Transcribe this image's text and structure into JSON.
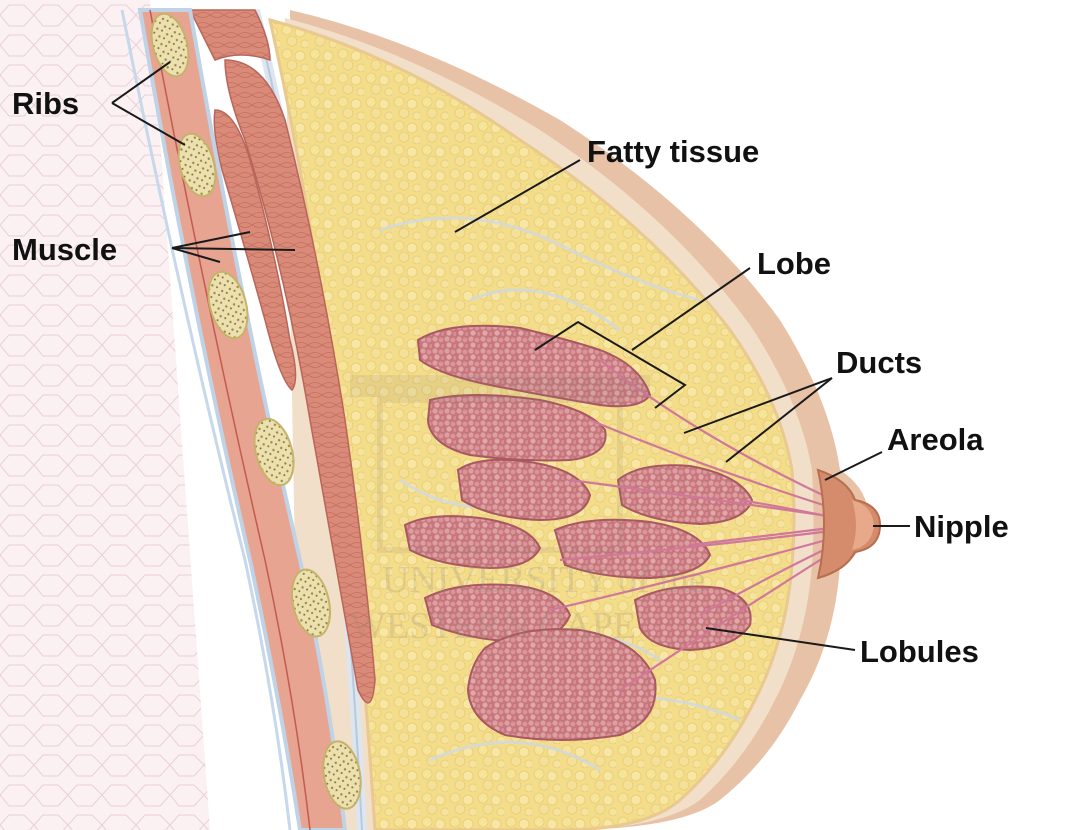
{
  "labels": {
    "ribs": "Ribs",
    "muscle": "Muscle",
    "fatty_tissue": "Fatty tissue",
    "lobe": "Lobe",
    "ducts": "Ducts",
    "areola": "Areola",
    "nipple": "Nipple",
    "lobules": "Lobules"
  },
  "watermark": {
    "line1": "UNIVERSITY of the",
    "line2": "WESTERN CAPE"
  },
  "colors": {
    "fat": "#f3dc8a",
    "skin": "#e6c3a8",
    "muscle": "#d9897a",
    "lobule": "#c9787e",
    "rib": "#e9dca8",
    "areola": "#d28a68"
  }
}
